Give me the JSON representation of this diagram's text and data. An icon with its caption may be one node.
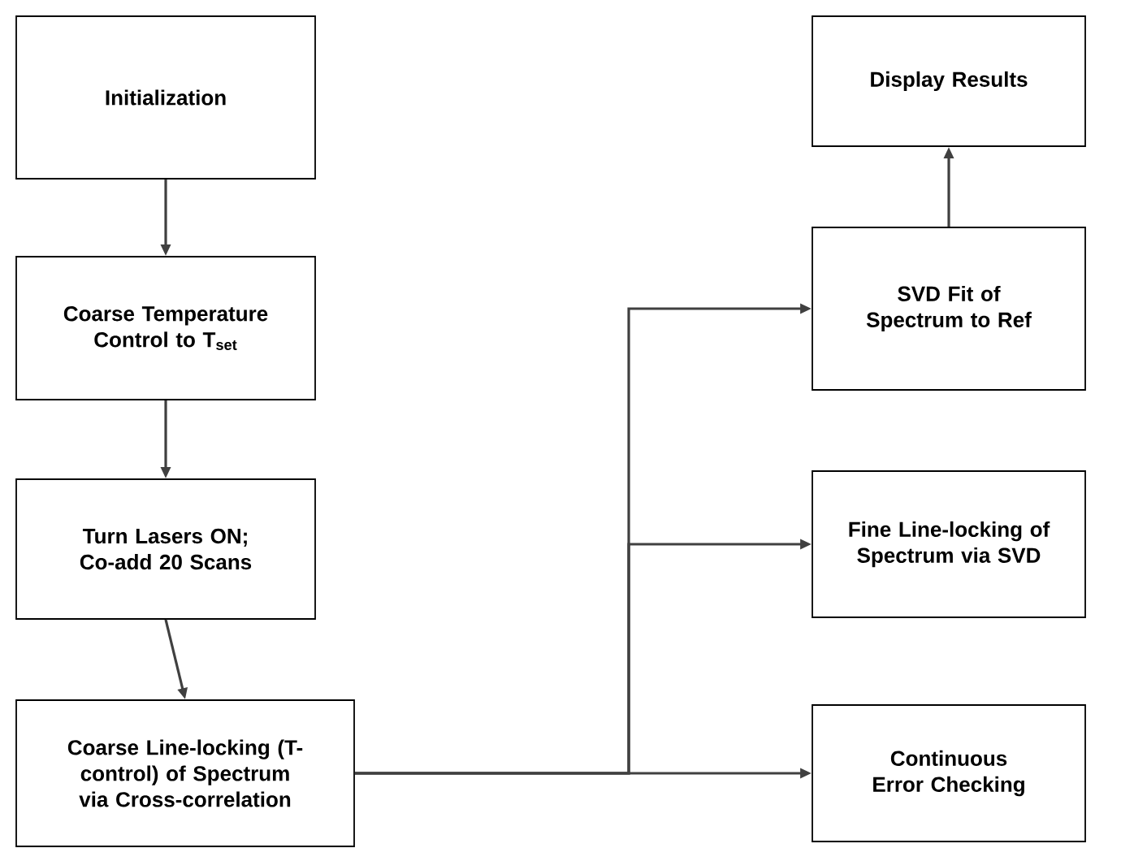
{
  "diagram": {
    "nodes": [
      {
        "text": [
          "Initialization"
        ]
      },
      {
        "text": [
          "Coarse Temperature Control to T$_{set}$"
        ]
      },
      {
        "text": [
          "Turn Lasers ON; Co-add 20 Scans"
        ]
      },
      {
        "text": [
          "Coarse Line-locking (T-control) of Spectrum via Cross-correlation"
        ]
      },
      {
        "text": [
          "Display Results"
        ]
      },
      {
        "text": [
          "SVD Fit of Spectrum to Ref"
        ]
      },
      {
        "text": [
          "Fine Line-locking of Spectrum via SVD"
        ]
      },
      {
        "text": [
          "Continuous Error Checking"
        ]
      }
    ],
    "edges": [
      {
        "from": 0,
        "to": 1,
        "arrow": "to"
      },
      {
        "from": 1,
        "to": 2,
        "arrow": "to"
      },
      {
        "from": 2,
        "to": 3,
        "arrow": "to"
      },
      {
        "from": 3,
        "to": 5,
        "arrow": "to"
      },
      {
        "from": 3,
        "to": 6,
        "arrow": "to"
      },
      {
        "from": 3,
        "to": 7,
        "arrow": "to"
      },
      {
        "from": 5,
        "to": 4,
        "arrow": "to"
      }
    ]
  }
}
